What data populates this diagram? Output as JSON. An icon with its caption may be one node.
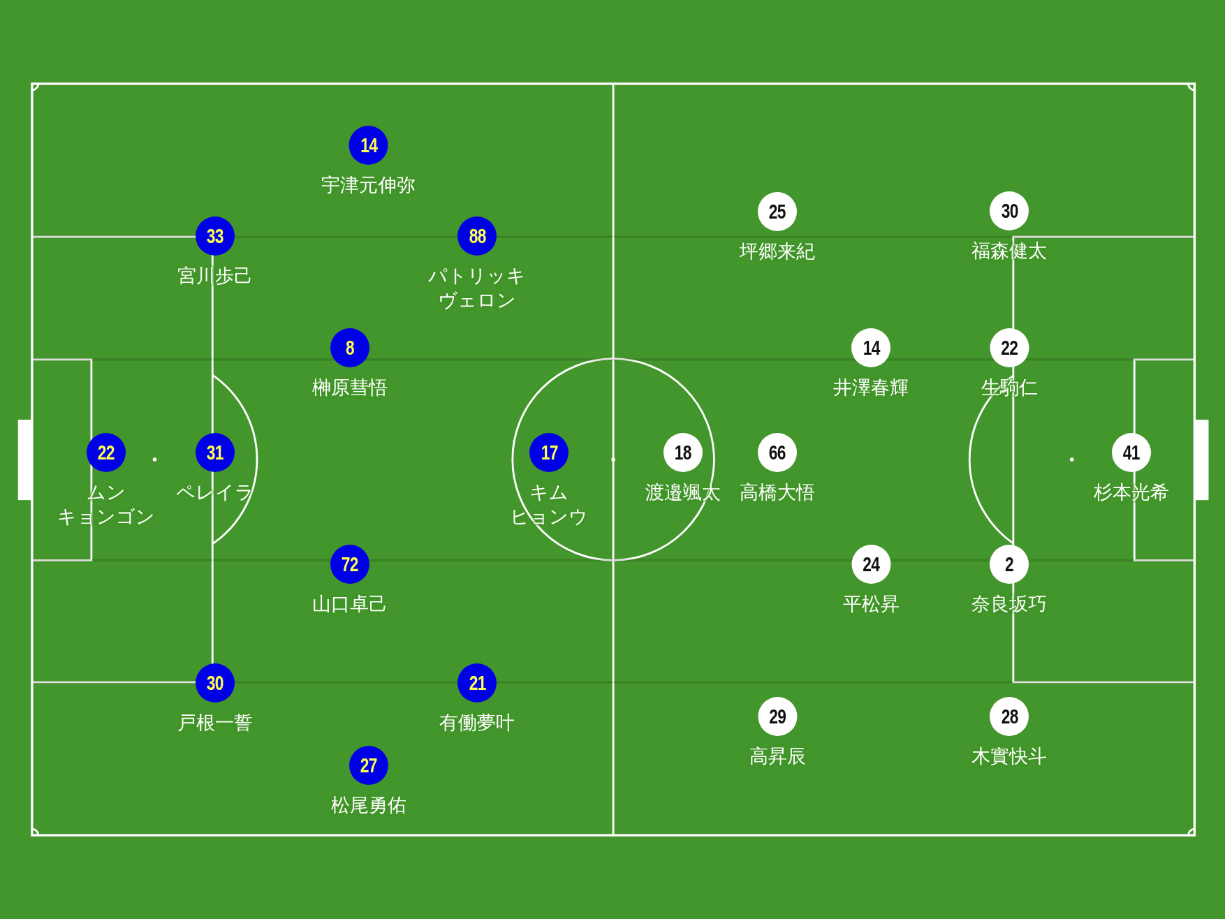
{
  "diagram": {
    "nodes": [
      {
        "text": [
          "14"
        ],
        "beside": [
          "宇津元伸弥"
        ]
      },
      {
        "text": [
          "33"
        ],
        "beside": [
          "宮川歩己"
        ]
      },
      {
        "text": [
          "88"
        ],
        "beside": [
          "パトリッキヴェロン"
        ]
      },
      {
        "text": [
          "8"
        ],
        "beside": [
          "榊原彗悟"
        ]
      },
      {
        "text": [
          "22"
        ],
        "beside": [
          "ムンキョンゴン"
        ]
      },
      {
        "text": [
          "31"
        ],
        "beside": [
          "ペレイラ"
        ]
      },
      {
        "text": [
          "17"
        ],
        "beside": [
          "キムヒョンウ"
        ]
      },
      {
        "text": [
          "72"
        ],
        "beside": [
          "山口卓己"
        ]
      },
      {
        "text": [
          "30"
        ],
        "beside": [
          "戸根一誓"
        ]
      },
      {
        "text": [
          "21"
        ],
        "beside": [
          "有働夢叶"
        ]
      },
      {
        "text": [
          "27"
        ],
        "beside": [
          "松尾勇佑"
        ]
      },
      {
        "text": [
          "25"
        ],
        "beside": [
          "坪郷来紀"
        ]
      },
      {
        "text": [
          "30"
        ],
        "beside": [
          "福森健太"
        ]
      },
      {
        "text": [
          "14"
        ],
        "beside": [
          "井澤春輝"
        ]
      },
      {
        "text": [
          "22"
        ],
        "beside": [
          "生駒仁"
        ]
      },
      {
        "text": [
          "18"
        ],
        "beside": [
          "渡邉颯太"
        ]
      },
      {
        "text": [
          "66"
        ],
        "beside": [
          "高橋大悟"
        ]
      },
      {
        "text": [
          "41"
        ],
        "beside": [
          "杉本光希"
        ]
      },
      {
        "text": [
          "24"
        ],
        "beside": [
          "平松昇"
        ]
      },
      {
        "text": [
          "2"
        ],
        "beside": [
          "奈良坂巧"
        ]
      },
      {
        "text": [
          "29"
        ],
        "beside": [
          "高昇辰"
        ]
      },
      {
        "text": [
          "28"
        ],
        "beside": [
          "木實快斗"
        ]
      }
    ]
  }
}
